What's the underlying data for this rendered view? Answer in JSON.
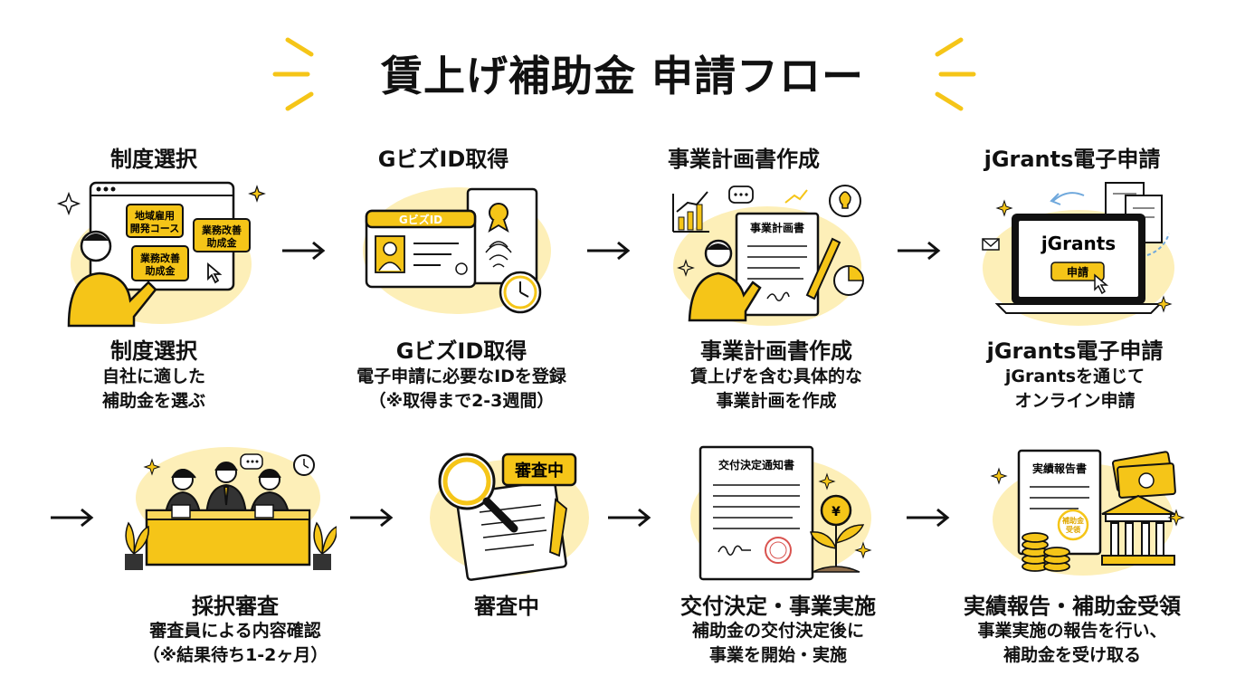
{
  "title": "賃上げ補助金 申請フロー",
  "top_labels": [
    "制度選択",
    "GビズID取得",
    "事業計画書作成",
    "jGrants電子申請"
  ],
  "steps": [
    {
      "title": "制度選択",
      "desc1": "自社に適した",
      "desc2": "補助金を選ぶ"
    },
    {
      "title": "GビズID取得",
      "desc1": "電子申請に必要なIDを登録",
      "desc2": "（※取得まで2-3週間）"
    },
    {
      "title": "事業計画書作成",
      "desc1": "賃上げを含む具体的な",
      "desc2": "事業計画を作成"
    },
    {
      "title": "jGrants電子申請",
      "desc1": "jGrantsを通じて",
      "desc2": "オンライン申請"
    },
    {
      "title": "採択審査",
      "desc1": "審査員による内容確認",
      "desc2": "（※結果待ち1-2ヶ月）"
    },
    {
      "title": "審査中",
      "desc1": "",
      "desc2": ""
    },
    {
      "title": "交付決定・事業実施",
      "desc1": "補助金の交付決定後に",
      "desc2": "事業を開始・実施"
    },
    {
      "title": "実績報告・補助金受領",
      "desc1": "事業実施の報告を行い、",
      "desc2": "補助金を受け取る"
    }
  ],
  "illustration_text": {
    "card1": "地域雇用\n開発コース",
    "card2": "業務改善\n助成金",
    "card3": "業務改善\n助成金",
    "id_card": "GビズID",
    "plan_doc": "事業計画書",
    "jgrants_screen": "jGrants",
    "jgrants_button": "申請",
    "review_tag": "審査中",
    "notice_doc": "交付決定通知書",
    "report_doc": "実績報告書",
    "report_stamp": "補助金\n受領"
  },
  "colors": {
    "accent": "#F5C518",
    "accent_light": "#FDEFB8",
    "ink": "#111111"
  }
}
